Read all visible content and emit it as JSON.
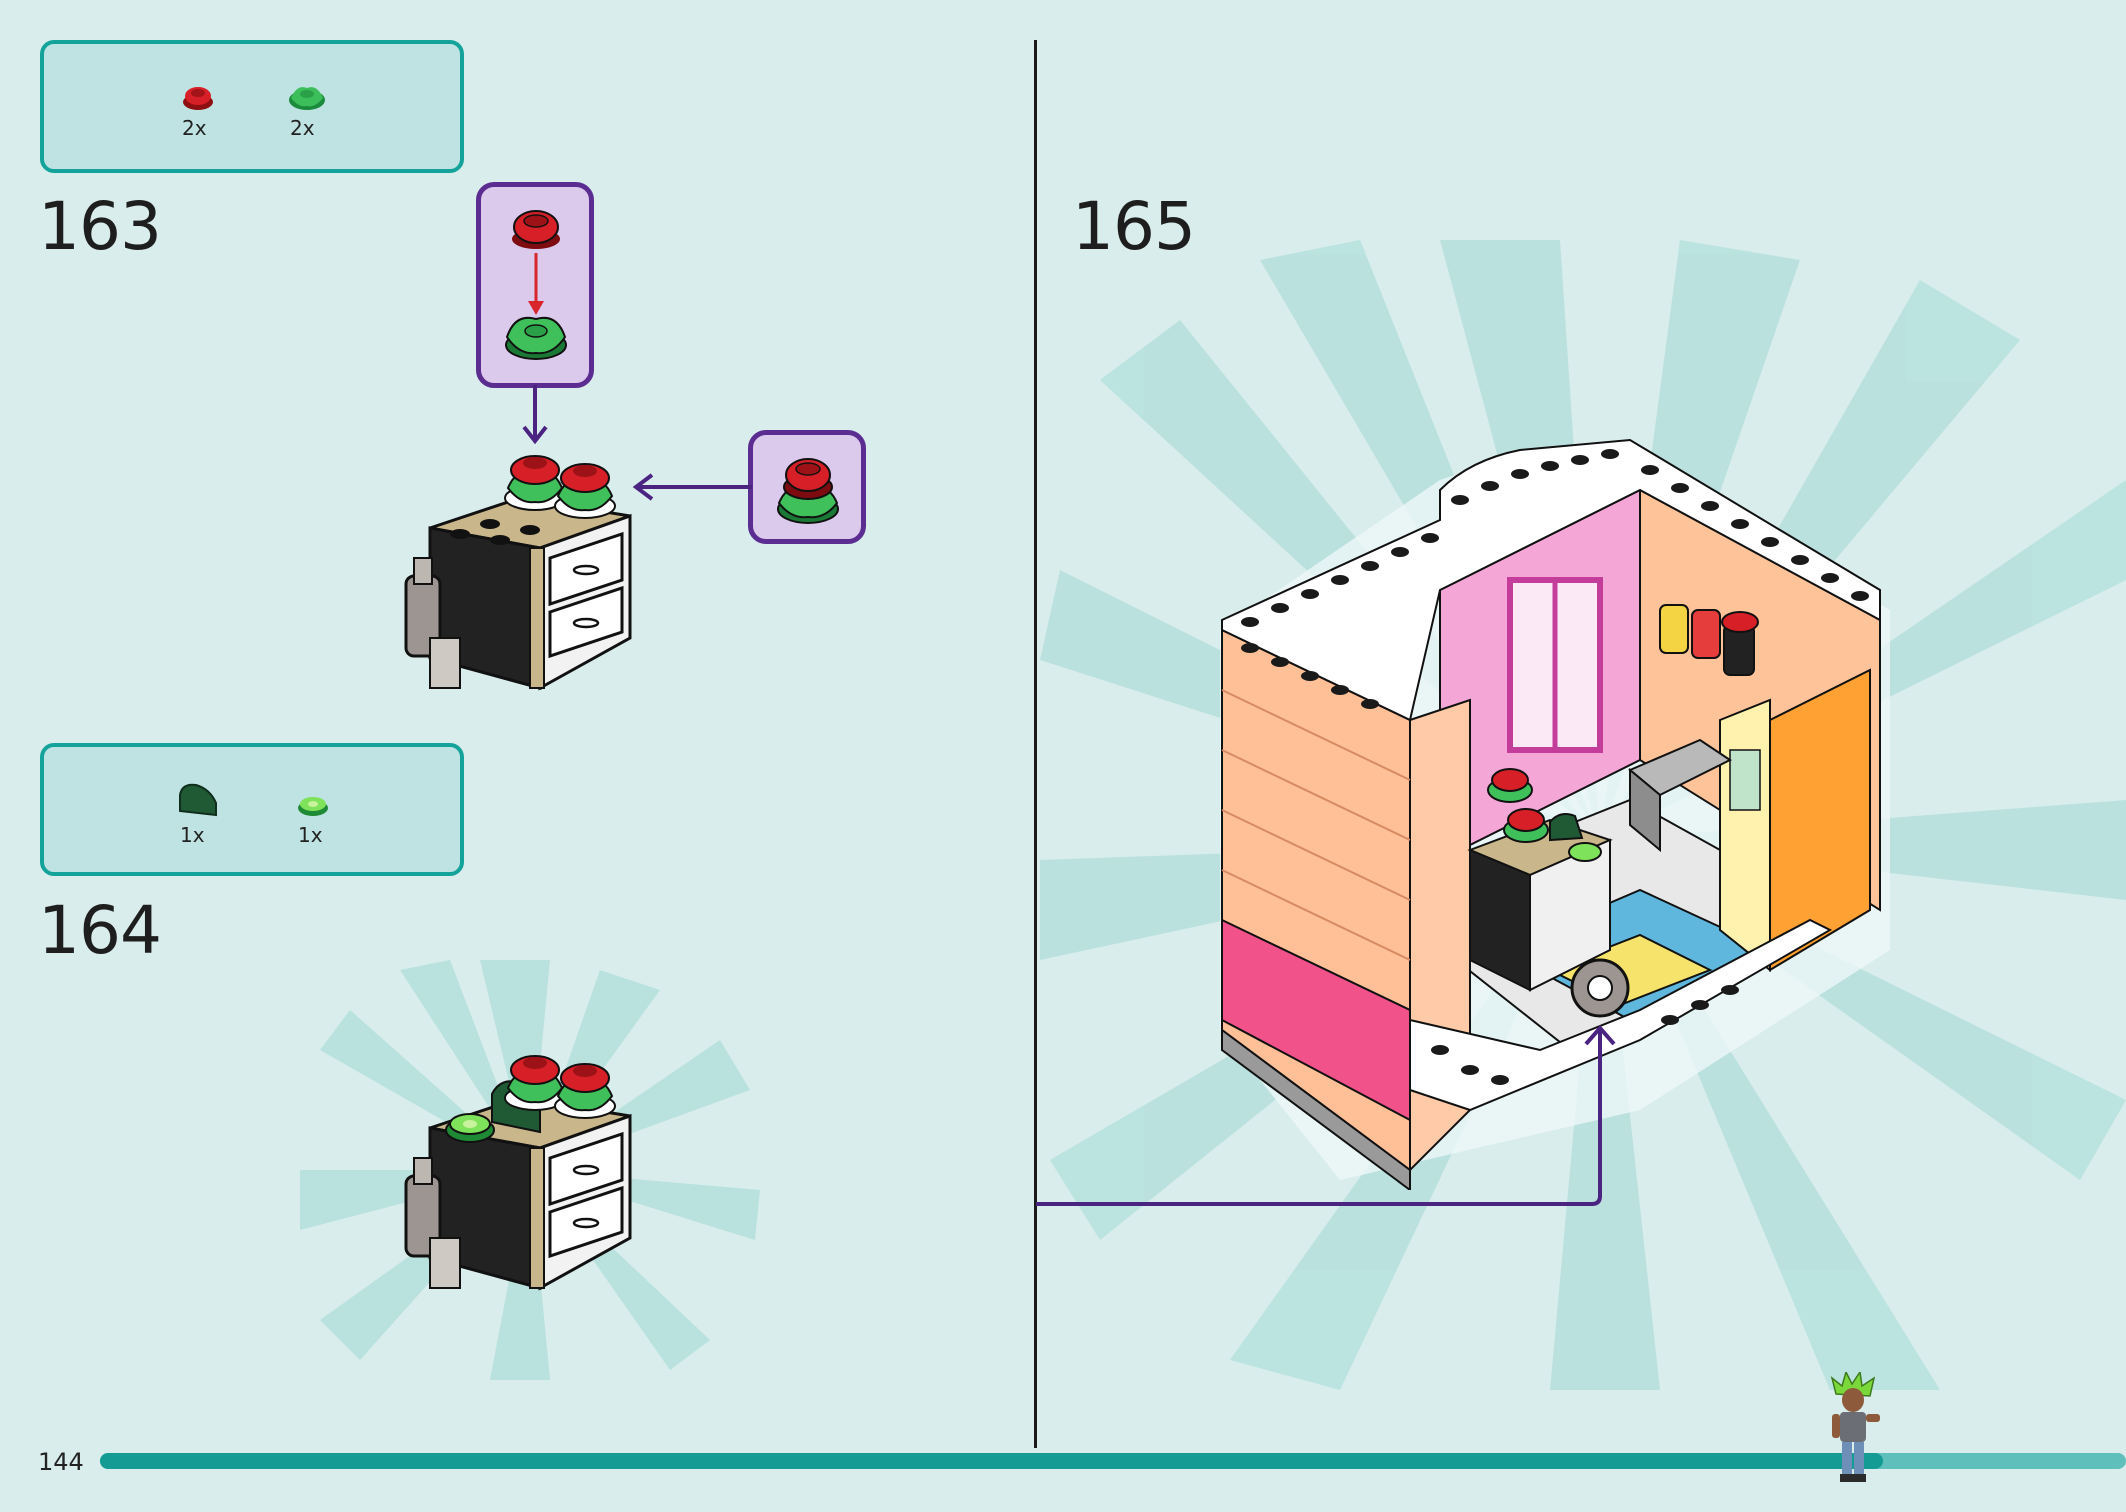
{
  "page": {
    "number": "144",
    "progress_fraction": 0.88
  },
  "steps": [
    {
      "number": "163",
      "parts": [
        {
          "qty": "2x",
          "icon": "red-flower-bud-icon"
        },
        {
          "qty": "2x",
          "icon": "green-leaf-plate-icon"
        }
      ]
    },
    {
      "number": "164",
      "parts": [
        {
          "qty": "1x",
          "icon": "dark-green-slope-icon"
        },
        {
          "qty": "1x",
          "icon": "lime-round-tile-icon"
        }
      ]
    },
    {
      "number": "165",
      "parts": []
    }
  ],
  "colors": {
    "background": "#d8edec",
    "accent": "#14a39a",
    "callout": "#5c2d91",
    "callout_fill": "#dccaed"
  }
}
